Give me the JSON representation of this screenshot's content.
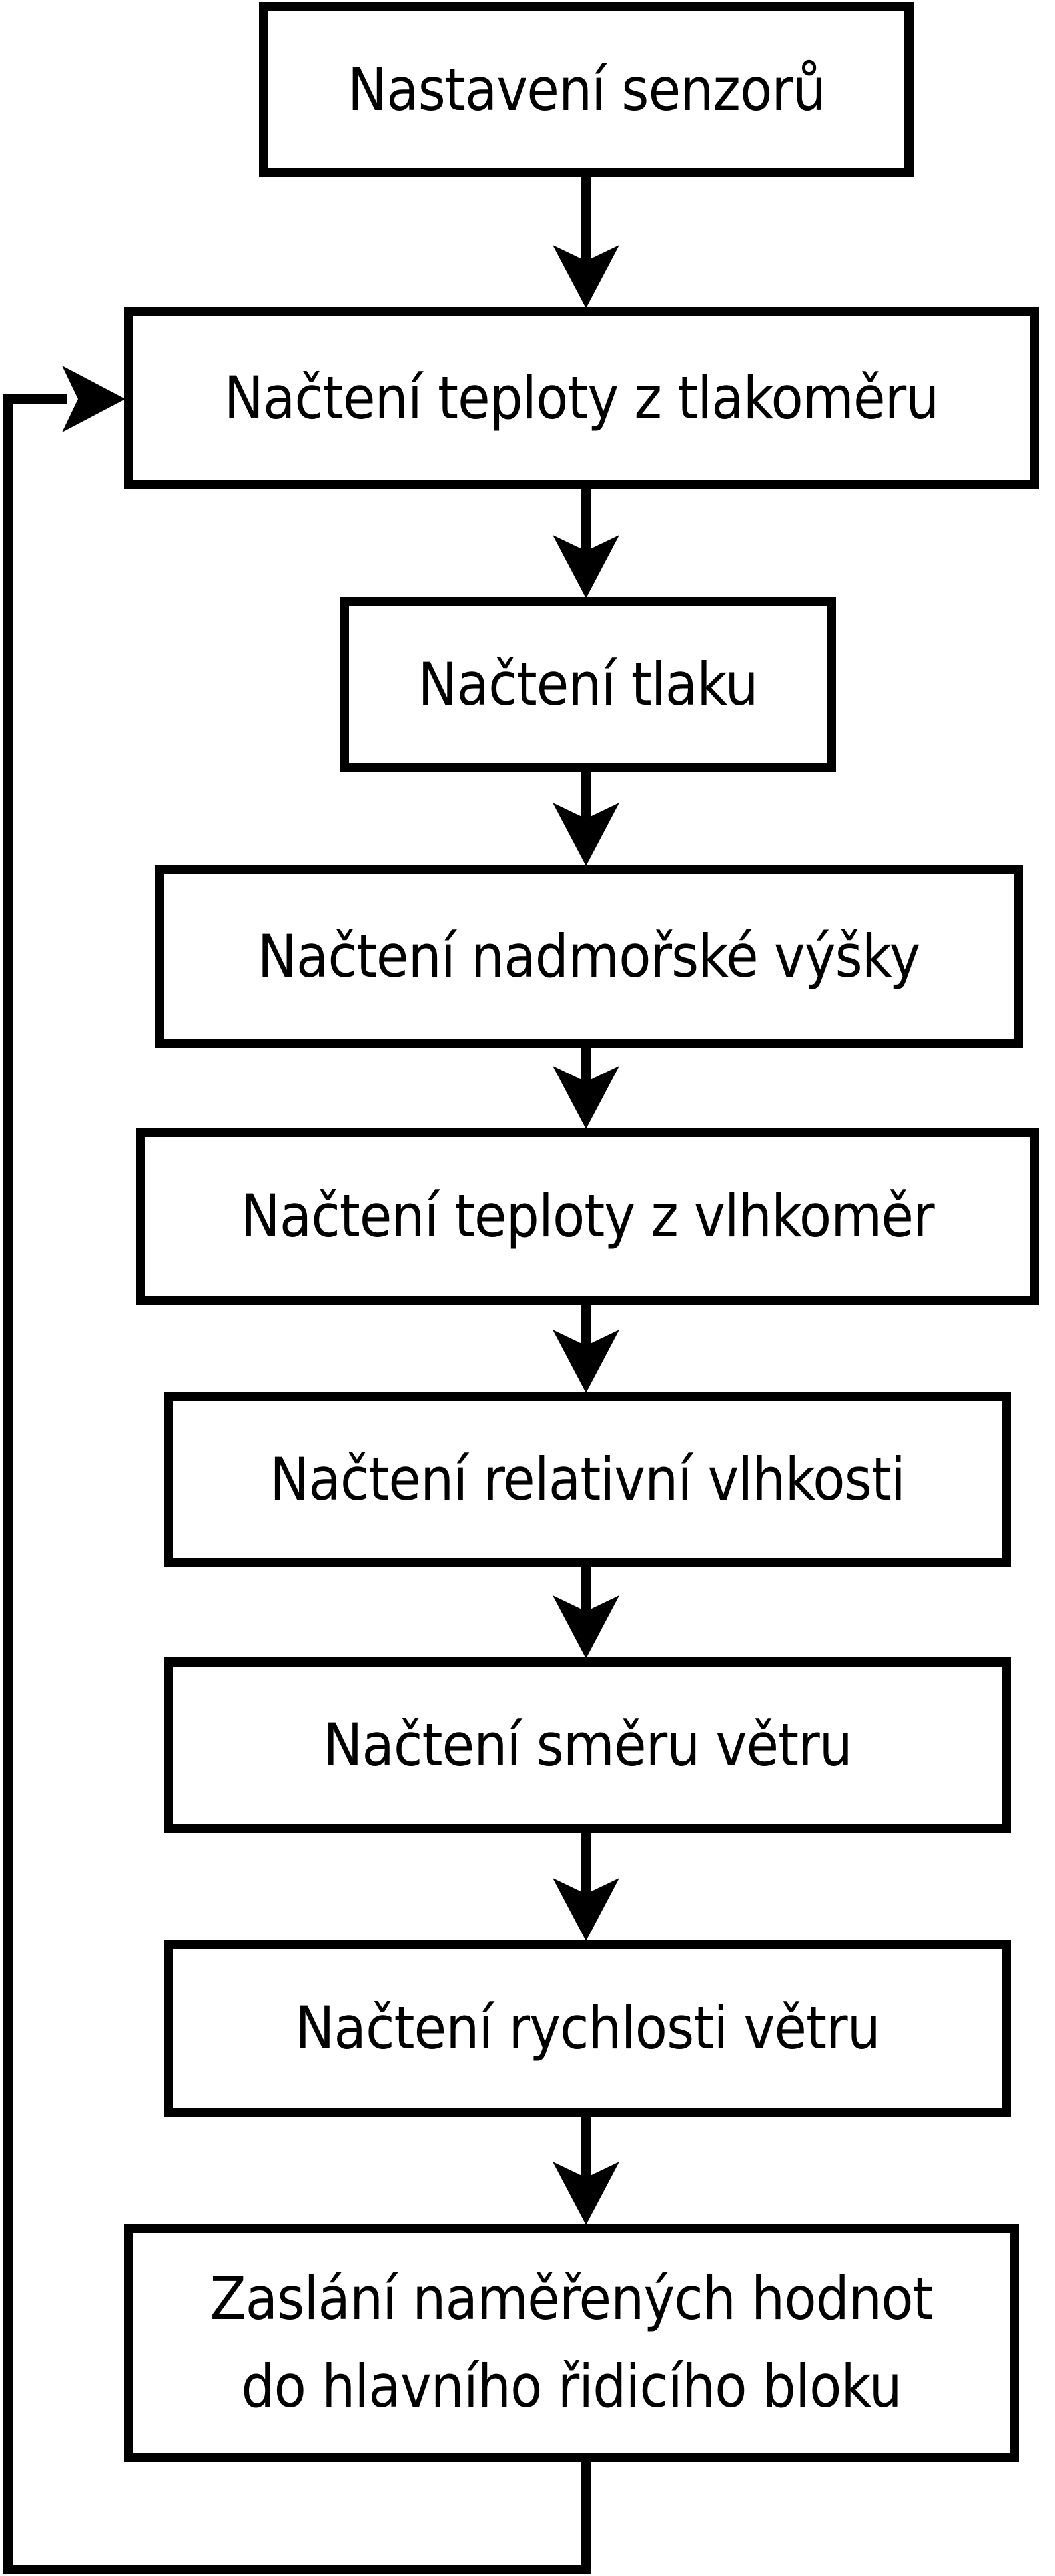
{
  "diagram": {
    "type": "flowchart",
    "language": "cs",
    "colors": {
      "background": "#ffffff",
      "line": "#000000",
      "box_fill": "#ffffff",
      "text": "#000000"
    },
    "boxes": [
      {
        "id": "nastaveni-senzoru",
        "label": "Nastavení senzorů"
      },
      {
        "id": "nacteni-teploty-z-tlakomeru",
        "label": "Načtení teploty z tlakoměru"
      },
      {
        "id": "nacteni-tlaku",
        "label": "Načtení tlaku"
      },
      {
        "id": "nacteni-nadmorske-vysky",
        "label": "Načtení nadmořské výšky"
      },
      {
        "id": "nacteni-teploty-z-vlhkomer",
        "label": "Načtení teploty z vlhkoměr"
      },
      {
        "id": "nacteni-relativni-vlhkosti",
        "label": "Načtení relativní vlhkosti"
      },
      {
        "id": "nacteni-smeru-vetru",
        "label": "Načtení směru větru"
      },
      {
        "id": "nacteni-rychlosti-vetru",
        "label": "Načtení rychlosti větru"
      },
      {
        "id": "zaslani-namerenych-hodnot",
        "label": "Zaslání naměřených hodnot\ndo hlavního řidicího bloku"
      }
    ],
    "connections": [
      {
        "from": "nastaveni-senzoru",
        "to": "nacteni-teploty-z-tlakomeru",
        "style": "arrow-down"
      },
      {
        "from": "nacteni-teploty-z-tlakomeru",
        "to": "nacteni-tlaku",
        "style": "arrow-down"
      },
      {
        "from": "nacteni-tlaku",
        "to": "nacteni-nadmorske-vysky",
        "style": "arrow-down"
      },
      {
        "from": "nacteni-nadmorske-vysky",
        "to": "nacteni-teploty-z-vlhkomer",
        "style": "arrow-down"
      },
      {
        "from": "nacteni-teploty-z-vlhkomer",
        "to": "nacteni-relativni-vlhkosti",
        "style": "arrow-down"
      },
      {
        "from": "nacteni-relativni-vlhkosti",
        "to": "nacteni-smeru-vetru",
        "style": "arrow-down"
      },
      {
        "from": "nacteni-smeru-vetru",
        "to": "nacteni-rychlosti-vetru",
        "style": "arrow-down"
      },
      {
        "from": "nacteni-rychlosti-vetru",
        "to": "zaslani-namerenych-hodnot",
        "style": "arrow-down"
      },
      {
        "from": "zaslani-namerenych-hodnot",
        "to": "nacteni-teploty-z-tlakomeru",
        "style": "loop-back-left"
      }
    ]
  }
}
